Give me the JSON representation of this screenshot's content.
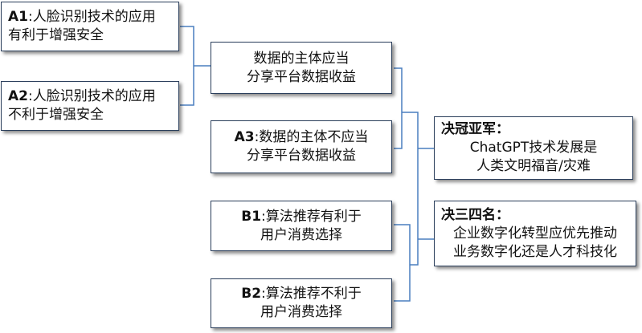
{
  "boxes": {
    "a1": {
      "label": "A1",
      "line1": ":人脸识别技术的应用",
      "line2": "有利于增强安全"
    },
    "a2": {
      "label": "A2",
      "line1": ":人脸识别技术的应用",
      "line2": "不利于增强安全"
    },
    "a12_winner": {
      "line1": "数据的主体应当",
      "line2": "分享平台数据收益"
    },
    "a3": {
      "label": "A3",
      "line1": ":数据的主体不应当",
      "line2": "分享平台数据收益"
    },
    "b1": {
      "label": "B1",
      "line1": ":算法推荐有利于",
      "line2": "用户消费选择"
    },
    "b2": {
      "label": "B2",
      "line1": ":算法推荐不利于",
      "line2": "用户消费选择"
    },
    "final": {
      "title": "决冠亚军：",
      "line1": "ChatGPT技术发展是",
      "line2": "人类文明福音/灾难"
    },
    "third": {
      "title": "决三四名：",
      "line1": "企业数字化转型应优先推动",
      "line2": "业务数字化还是人才科技化"
    }
  },
  "colors": {
    "connector": "#4a7fbf",
    "border": "#2b3f5c"
  }
}
